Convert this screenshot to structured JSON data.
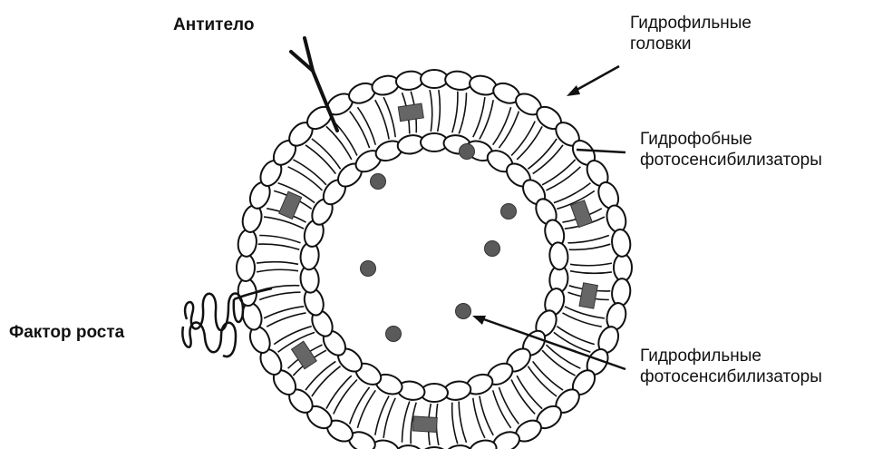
{
  "labels": {
    "antibody": "Антитело",
    "growth_factor": "Фактор роста",
    "hydrophilic_heads": [
      "Гидрофильные",
      "головки"
    ],
    "hydrophobic_ps": [
      "Гидрофобные",
      "фотосенсибилизаторы"
    ],
    "hydrophilic_ps": [
      "Гидрофильные",
      "фотосенсибилизаторы"
    ]
  },
  "colors": {
    "ink": "#111111",
    "head_fill": "#ffffff",
    "hydrophilic_drug": "#5a5a5a",
    "hydrophobic_drug": "#666666"
  },
  "icons": {
    "antibody": "y-shaped-antibody-icon",
    "growth_factor": "wavy-protein-icon"
  }
}
